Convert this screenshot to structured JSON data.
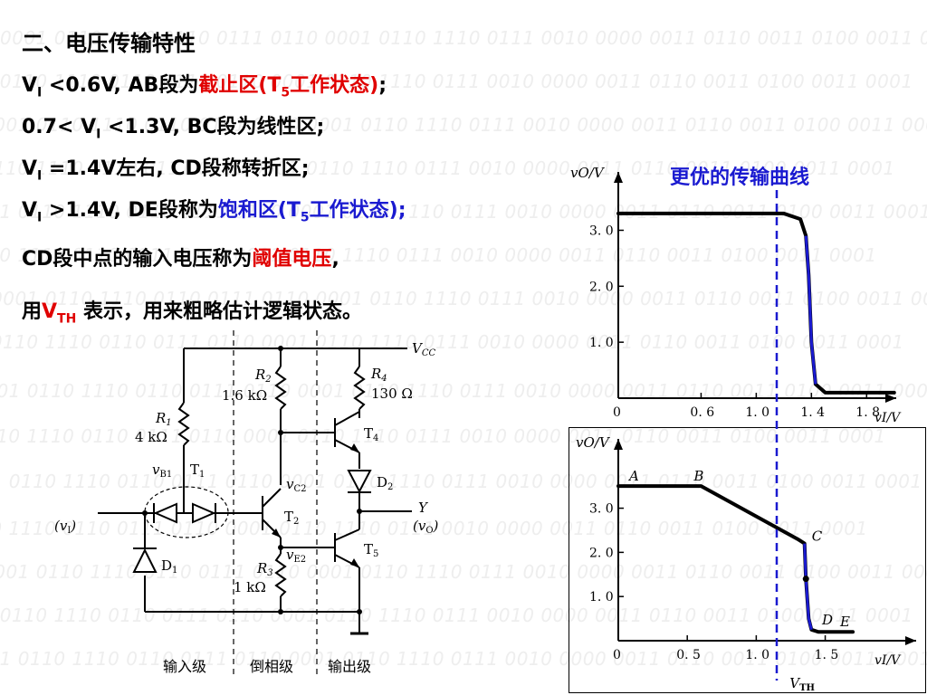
{
  "background_pattern": "0001 0110 1110 0110 0111 0110 0001 0110 1110 0111 0010 0000 0011 0110 0011 0100 0011 0001",
  "heading": "二、电压传输特性",
  "lines": {
    "l1": {
      "a": "V",
      "sub": "I",
      "b": " <0.6V, AB段为",
      "hl": "截止区(T",
      "hlsub": "5",
      "hl2": "工作状态)",
      "end": ";"
    },
    "l2": {
      "a": "0.7< V",
      "sub": "I",
      "b": " <1.3V, BC段为线性区;"
    },
    "l3": {
      "a": "V",
      "sub": "I",
      "b": " =1.4V左右, CD段称转折区;"
    },
    "l4": {
      "a": "V",
      "sub": "I",
      "b": " >1.4V, DE段称为",
      "hl": "饱和区(T",
      "hlsub": "5",
      "hl2": "工作状态);"
    },
    "l5": {
      "a": "CD段中点的输入电压称为",
      "hl": "阈值电压",
      "end": ","
    },
    "l6": {
      "a": "用",
      "hl": "V",
      "hlsub": "TH",
      "b": " 表示，用来粗略估计逻辑状态。"
    }
  },
  "better_curve_title": "更优的传输曲线",
  "circuit": {
    "vcc": "V",
    "vcc_sub": "CC",
    "r1": "R",
    "r1_sub": "1",
    "r1_val": "4 kΩ",
    "r2": "R",
    "r2_sub": "2",
    "r2_val": "1.6 kΩ",
    "r3": "R",
    "r3_sub": "3",
    "r3_val": "1 kΩ",
    "r4": "R",
    "r4_sub": "4",
    "r4_val": "130 Ω",
    "vb1": "v",
    "vb1_sub": "B1",
    "t1": "T",
    "t1_sub": "1",
    "t2": "T",
    "t2_sub": "2",
    "t4": "T",
    "t4_sub": "4",
    "t5": "T",
    "t5_sub": "5",
    "d1": "D",
    "d1_sub": "1",
    "d2": "D",
    "d2_sub": "2",
    "vc2": "v",
    "vc2_sub": "C2",
    "ve2": "v",
    "ve2_sub": "E2",
    "y": "Y",
    "vi": "(v",
    "vi_sub": "I",
    "vi_end": ")",
    "vo": "(v",
    "vo_sub": "O",
    "vo_end": ")",
    "stage_in": "输入级",
    "stage_inv": "倒相级",
    "stage_out": "输出级"
  },
  "charts": [
    {
      "type": "line",
      "ylabel": "vO/V",
      "xlabel": "vI/V",
      "yticks": [
        "3. 0",
        "2. 0",
        "1. 0"
      ],
      "xticks": [
        "0",
        "0. 6",
        "1. 0",
        "1. 4",
        "1. 8"
      ],
      "ylim": [
        0,
        3.8
      ],
      "xlim": [
        0,
        2.1
      ],
      "series": [
        {
          "x": [
            0,
            1.2,
            1.32,
            1.36,
            1.38,
            1.4,
            1.43,
            1.5,
            2.0
          ],
          "y": [
            3.3,
            3.3,
            3.2,
            2.9,
            2.2,
            1.0,
            0.25,
            0.1,
            0.1
          ]
        }
      ]
    },
    {
      "type": "line",
      "ylabel": "vO/V",
      "xlabel": "vI/V",
      "yticks": [
        "3. 0",
        "2. 0",
        "1. 0"
      ],
      "xticks": [
        "0",
        "0. 5",
        "1. 0",
        "1. 5"
      ],
      "ylim": [
        0,
        4.2
      ],
      "xlim": [
        0,
        2.1
      ],
      "points": {
        "A": "A",
        "B": "B",
        "C": "C",
        "D": "D",
        "E": "E"
      },
      "vth_label": "V",
      "vth_sub": "TH",
      "series": [
        {
          "x": [
            0,
            0.6,
            1.3,
            1.35,
            1.36,
            1.38,
            1.4,
            1.45,
            1.7
          ],
          "y": [
            3.5,
            3.5,
            2.3,
            2.2,
            1.4,
            0.5,
            0.25,
            0.2,
            0.2
          ]
        }
      ]
    }
  ]
}
